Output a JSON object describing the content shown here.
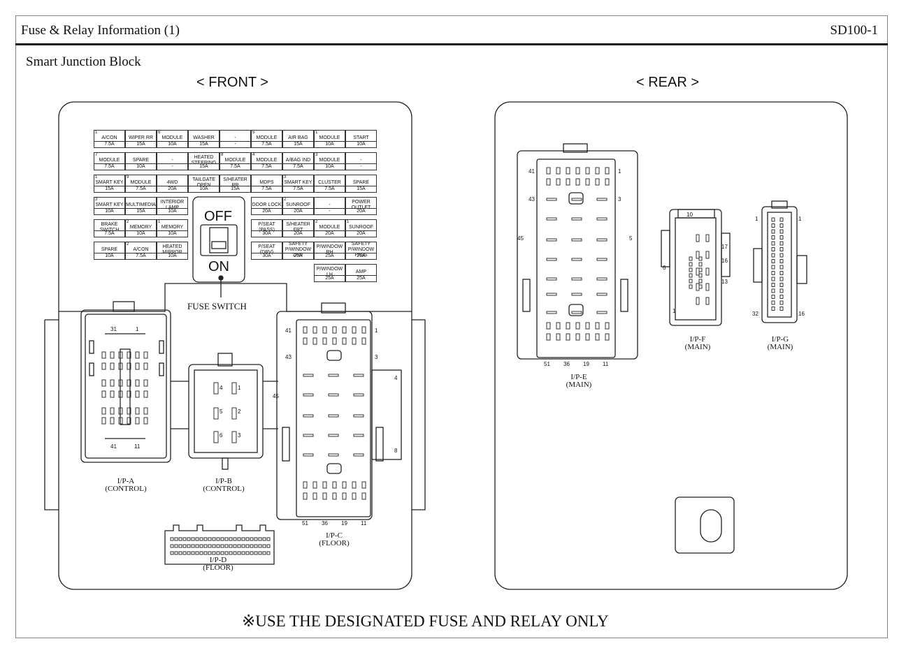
{
  "header": {
    "title": "Fuse & Relay Information (1)",
    "code": "SD100-1"
  },
  "subtitle": "Smart Junction Block",
  "views": {
    "front": "< FRONT >",
    "rear": "< REAR >"
  },
  "footnote": "※USE THE DESIGNATED FUSE AND RELAY ONLY",
  "fuse_switch": {
    "label": "FUSE SWITCH",
    "off": "OFF",
    "on": "ON"
  },
  "fuses": [
    {
      "no": "1",
      "name": "A/CON",
      "amp": "7.5A"
    },
    {
      "no": "",
      "name": "WIPER RR",
      "amp": "15A"
    },
    {
      "no": "6",
      "name": "MODULE",
      "amp": "10A"
    },
    {
      "no": "",
      "name": "WASHER",
      "amp": "15A"
    },
    {
      "no": "",
      "name": "-",
      "amp": "-"
    },
    {
      "no": "5",
      "name": "MODULE",
      "amp": "7.5A"
    },
    {
      "no": "",
      "name": "AIR BAG",
      "amp": "15A"
    },
    {
      "no": "1",
      "name": "MODULE",
      "amp": "10A"
    },
    {
      "no": "",
      "name": "START",
      "amp": "10A"
    },
    {
      "no": "7",
      "name": "MODULE",
      "amp": "7.5A"
    },
    {
      "no": "",
      "name": "SPARE",
      "amp": "10A"
    },
    {
      "no": "",
      "name": "-",
      "amp": "-"
    },
    {
      "no": "",
      "name": "HEATED STEERING",
      "amp": "15A"
    },
    {
      "no": "8",
      "name": "MODULE",
      "amp": "7.5A"
    },
    {
      "no": "4",
      "name": "MODULE",
      "amp": "7.5A"
    },
    {
      "no": "",
      "name": "A/BAG IND",
      "amp": "7.5A"
    },
    {
      "no": "3",
      "name": "MODULE",
      "amp": "10A"
    },
    {
      "no": "",
      "name": "-",
      "amp": "-"
    },
    {
      "no": "1",
      "name": "SMART KEY",
      "amp": "15A"
    },
    {
      "no": "9",
      "name": "MODULE",
      "amp": "7.5A"
    },
    {
      "no": "",
      "name": "4WD",
      "amp": "20A"
    },
    {
      "no": "",
      "name": "TAILGATE OPEN",
      "amp": "10A"
    },
    {
      "no": "",
      "name": "S/HEATER RR",
      "amp": "15A"
    },
    {
      "no": "",
      "name": "MDPS",
      "amp": "7.5A"
    },
    {
      "no": "3",
      "name": "SMART KEY",
      "amp": "7.5A"
    },
    {
      "no": "",
      "name": "CLUSTER",
      "amp": "7.5A"
    },
    {
      "no": "",
      "name": "SPARE",
      "amp": "15A"
    },
    {
      "no": "2",
      "name": "SMART KEY",
      "amp": "10A"
    },
    {
      "no": "",
      "name": "MULTIMEDIA",
      "amp": "15A"
    },
    {
      "no": "",
      "name": "INTERIOR LAMP",
      "amp": "10A"
    },
    {
      "no": "",
      "name": "DOOR LOCK",
      "amp": "20A"
    },
    {
      "no": "2",
      "name": "SUNROOF",
      "amp": "20A"
    },
    {
      "no": "",
      "name": "-",
      "amp": "-"
    },
    {
      "no": "",
      "name": "POWER OUTLET",
      "amp": "20A"
    },
    {
      "no": "",
      "name": "BRAKE SWITCH",
      "amp": "7.5A"
    },
    {
      "no": "2",
      "name": "MEMORY",
      "amp": "10A"
    },
    {
      "no": "1",
      "name": "MEMORY",
      "amp": "10A"
    },
    {
      "no": "",
      "name": "P/SEAT (PASS)",
      "amp": "30A"
    },
    {
      "no": "",
      "name": "S/HEATER FRT",
      "amp": "20A"
    },
    {
      "no": "2",
      "name": "MODULE",
      "amp": "20A"
    },
    {
      "no": "1",
      "name": "SUNROOF",
      "amp": "20A"
    },
    {
      "no": "",
      "name": "SPARE",
      "amp": "10A"
    },
    {
      "no": "2",
      "name": "A/CON",
      "amp": "7.5A"
    },
    {
      "no": "",
      "name": "HEATED MIRROR",
      "amp": "10A"
    },
    {
      "no": "",
      "name": "P/SEAT (DRV)",
      "amp": "30A"
    },
    {
      "no": "",
      "name": "SAFETY P/WINDOW DRV",
      "amp": "25A"
    },
    {
      "no": "",
      "name": "P/WINDOW RH",
      "amp": "25A"
    },
    {
      "no": "",
      "name": "SAFETY P/WINDOW PASS",
      "amp": "25A"
    },
    {
      "no": "",
      "name": "P/WINDOW LH",
      "amp": "25A"
    },
    {
      "no": "",
      "name": "AMP",
      "amp": "25A"
    }
  ],
  "connectors": {
    "ipa": {
      "name": "I/P-A",
      "sub": "(CONTROL)",
      "pins": [
        "31",
        "1",
        "41",
        "11"
      ]
    },
    "ipb": {
      "name": "I/P-B",
      "sub": "(CONTROL)",
      "pins": [
        "4",
        "1",
        "5",
        "2",
        "6",
        "3"
      ]
    },
    "ipc": {
      "name": "I/P-C",
      "sub": "(FLOOR)",
      "pins": [
        "41",
        "1",
        "43",
        "3",
        "45",
        "4",
        "8",
        "51",
        "36",
        "19",
        "11"
      ]
    },
    "ipd": {
      "name": "I/P-D",
      "sub": "(FLOOR)"
    },
    "ipe": {
      "name": "I/P-E",
      "sub": "(MAIN)",
      "pins": [
        "41",
        "1",
        "43",
        "3",
        "45",
        "5",
        "51",
        "36",
        "19",
        "11"
      ]
    },
    "ipf": {
      "name": "I/P-F",
      "sub": "(MAIN)",
      "pins": [
        "10",
        "17",
        "16",
        "6",
        "13",
        "1"
      ]
    },
    "ipg": {
      "name": "I/P-G",
      "sub": "(MAIN)",
      "pins": [
        "1",
        "1",
        "32",
        "16"
      ]
    }
  }
}
